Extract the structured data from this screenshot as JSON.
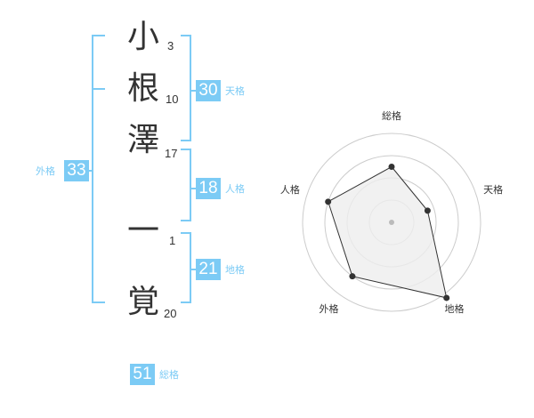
{
  "name": {
    "chars": [
      {
        "char": "小",
        "strokes": "3"
      },
      {
        "char": "根",
        "strokes": "10"
      },
      {
        "char": "澤",
        "strokes": "17"
      },
      {
        "char": "一",
        "strokes": "1"
      },
      {
        "char": "覚",
        "strokes": "20"
      }
    ]
  },
  "fortunes": {
    "tenkaku": {
      "value": "30",
      "label": "天格"
    },
    "jinkaku": {
      "value": "18",
      "label": "人格"
    },
    "chikaku": {
      "value": "21",
      "label": "地格"
    },
    "gaikaku": {
      "value": "33",
      "label": "外格"
    },
    "soukaku": {
      "value": "51",
      "label": "総格"
    }
  },
  "colors": {
    "accent": "#7ccbf5",
    "text": "#333333",
    "grid": "#cccccc",
    "fill": "#eeeeee"
  },
  "chart_data": {
    "type": "radar",
    "axes": [
      "総格",
      "天格",
      "地格",
      "外格",
      "人格"
    ],
    "max": 4,
    "rings": 4,
    "values": [
      2.5,
      1.7,
      4.2,
      3.0,
      3.0
    ]
  }
}
